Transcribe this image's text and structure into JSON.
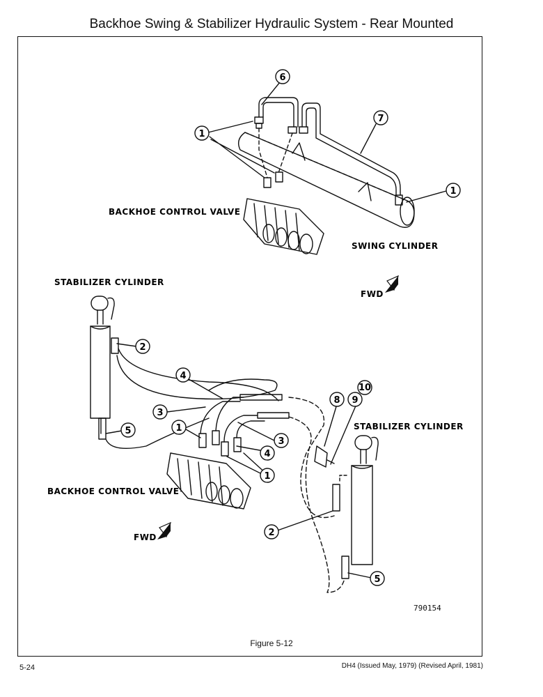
{
  "title": "Backhoe Swing & Stabilizer Hydraulic System - Rear Mounted",
  "labels": {
    "backhoe_control_valve": "BACKHOE CONTROL VALVE",
    "swing_cylinder": "SWING CYLINDER",
    "stabilizer_cylinder": "STABILIZER CYLINDER",
    "fwd": "FWD"
  },
  "callouts": {
    "c1": "1",
    "c2": "2",
    "c3": "3",
    "c4": "4",
    "c5": "5",
    "c6": "6",
    "c7": "7",
    "c8": "8",
    "c9": "9",
    "c10": "10"
  },
  "part_number": "790154",
  "caption": "Figure 5-12",
  "page_number": "5-24",
  "document_info": "DH4 (Issued May, 1979) (Revised April, 1981)"
}
